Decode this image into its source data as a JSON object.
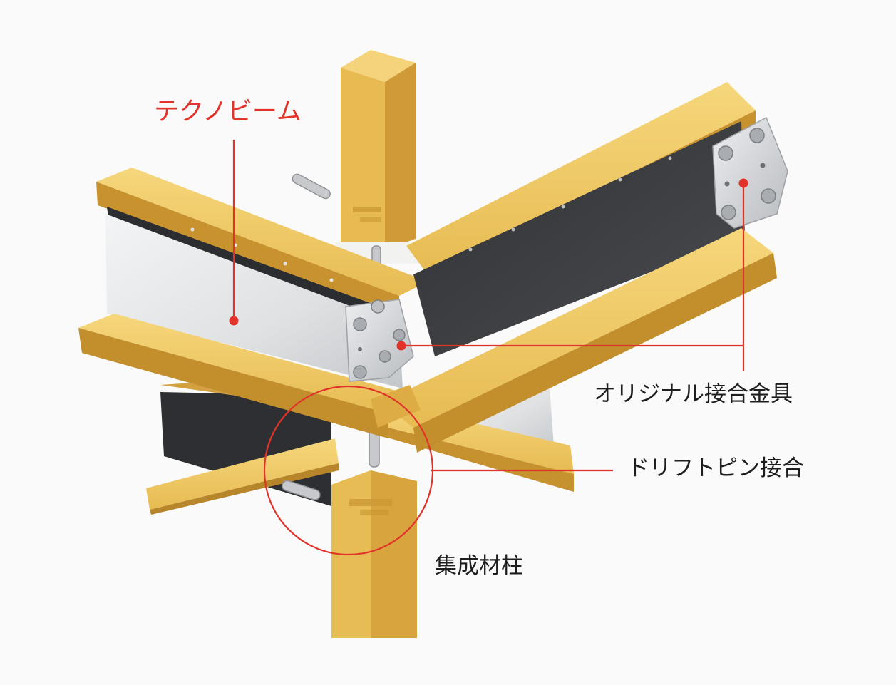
{
  "labels": {
    "techno_beam": "テクノビーム",
    "original_metal_fitting": "オリジナル接合金具",
    "drift_pin_joint": "ドリフトピン接合",
    "glulam_column": "集成材柱"
  },
  "colors": {
    "accent_red": "#e2332b",
    "label_black": "#1e1e1e",
    "wood": "#e3b545",
    "wood_light": "#f0cd6c",
    "wood_dark": "#b8862a",
    "steel_light": "#e4e6e8",
    "steel_dark": "#3b3d41",
    "plate": "#d9dbdd"
  }
}
